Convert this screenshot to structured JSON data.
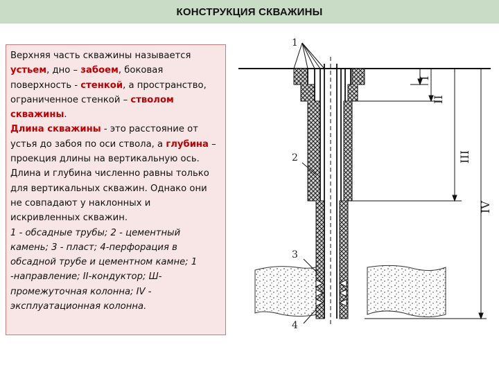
{
  "title": "КОНСТРУКЦИЯ СКВАЖИНЫ",
  "text": {
    "s1a": "Верхняя часть скважины называется ",
    "t1": "устьем",
    "s1b": ", дно – ",
    "t2": "забоем",
    "s1c": ", боковая поверхность - ",
    "t3": "стенкой",
    "s1d": ", а пространство, ограниченное стенкой – ",
    "t4": "стволом скважины",
    "s1e": ".",
    "t5": "Длина скважины",
    "s2a": " - это расстояние от устья до забоя по оси ствола, а ",
    "t6": "глубина",
    "s2b": " – проекция длины на вертикальную ось. Длина и глубина численно равны только для вертикальных скважин. Однако они не совпадают у наклонных и искривленных скважин.",
    "legend": "1 - обсадные трубы; 2 - цементный камень; 3 - пласт; 4-перфорация в обсадной трубе и цементном камне; 1 -направление; II-кондуктор; Ш-промежуточная колонна; IV - эксплуатационная колонна."
  },
  "colors": {
    "title_bg": "#c9dcc6",
    "text_bg": "#f8e6e6",
    "text_border": "#c47c7c",
    "highlight": "#c00000"
  },
  "diagram": {
    "callouts": {
      "c1": "1",
      "c2": "2",
      "c3": "3",
      "c4": "4"
    },
    "roman": {
      "r1": "I",
      "r2": "II",
      "r3": "III",
      "r4": "IV"
    }
  }
}
